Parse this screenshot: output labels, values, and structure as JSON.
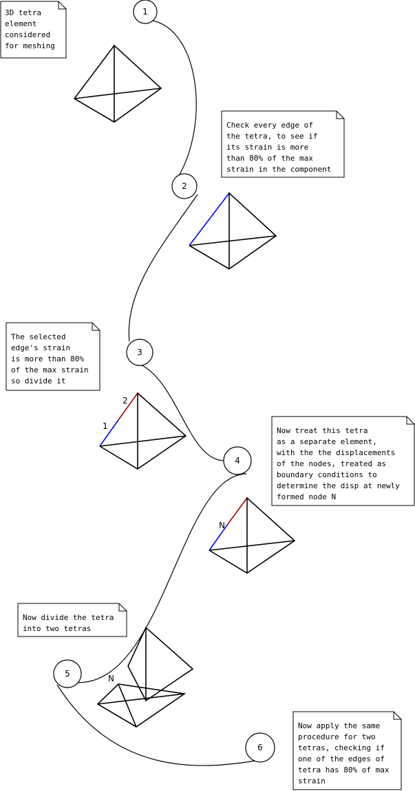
{
  "steps": [
    "1",
    "2",
    "3",
    "4",
    "5",
    "6"
  ],
  "notes": {
    "n1": [
      "3D tetra",
      "element",
      "considered",
      "for meshing"
    ],
    "n2": [
      "Check every edge of",
      "the tetra, to see if",
      "its strain is more",
      "than 80% of the max",
      "strain in the component"
    ],
    "n3": [
      "The selected",
      "edge's strain",
      "is more than 80%",
      "of the max strain",
      "so divide it"
    ],
    "n4": [
      "Now treat this tetra",
      "as a separate element,",
      "with the the displacements",
      "of the nodes, treated as",
      "boundary conditions to",
      "determine the disp at newly",
      "formed node N"
    ],
    "n5": [
      "Now divide the tetra",
      "into two tetras"
    ],
    "n6": [
      "Now apply the same",
      "procedure for two",
      "tetras, checking if",
      "one of the edges of",
      "tetra has 80% of max",
      "strain"
    ]
  },
  "labels": {
    "edge_part_1": "1",
    "edge_part_2": "2",
    "node_n_step4": "N",
    "node_n_step5": "N"
  },
  "colors": {
    "line": "#000000",
    "selected_edge": "#0000ff",
    "divided_half": "#aa0000"
  }
}
